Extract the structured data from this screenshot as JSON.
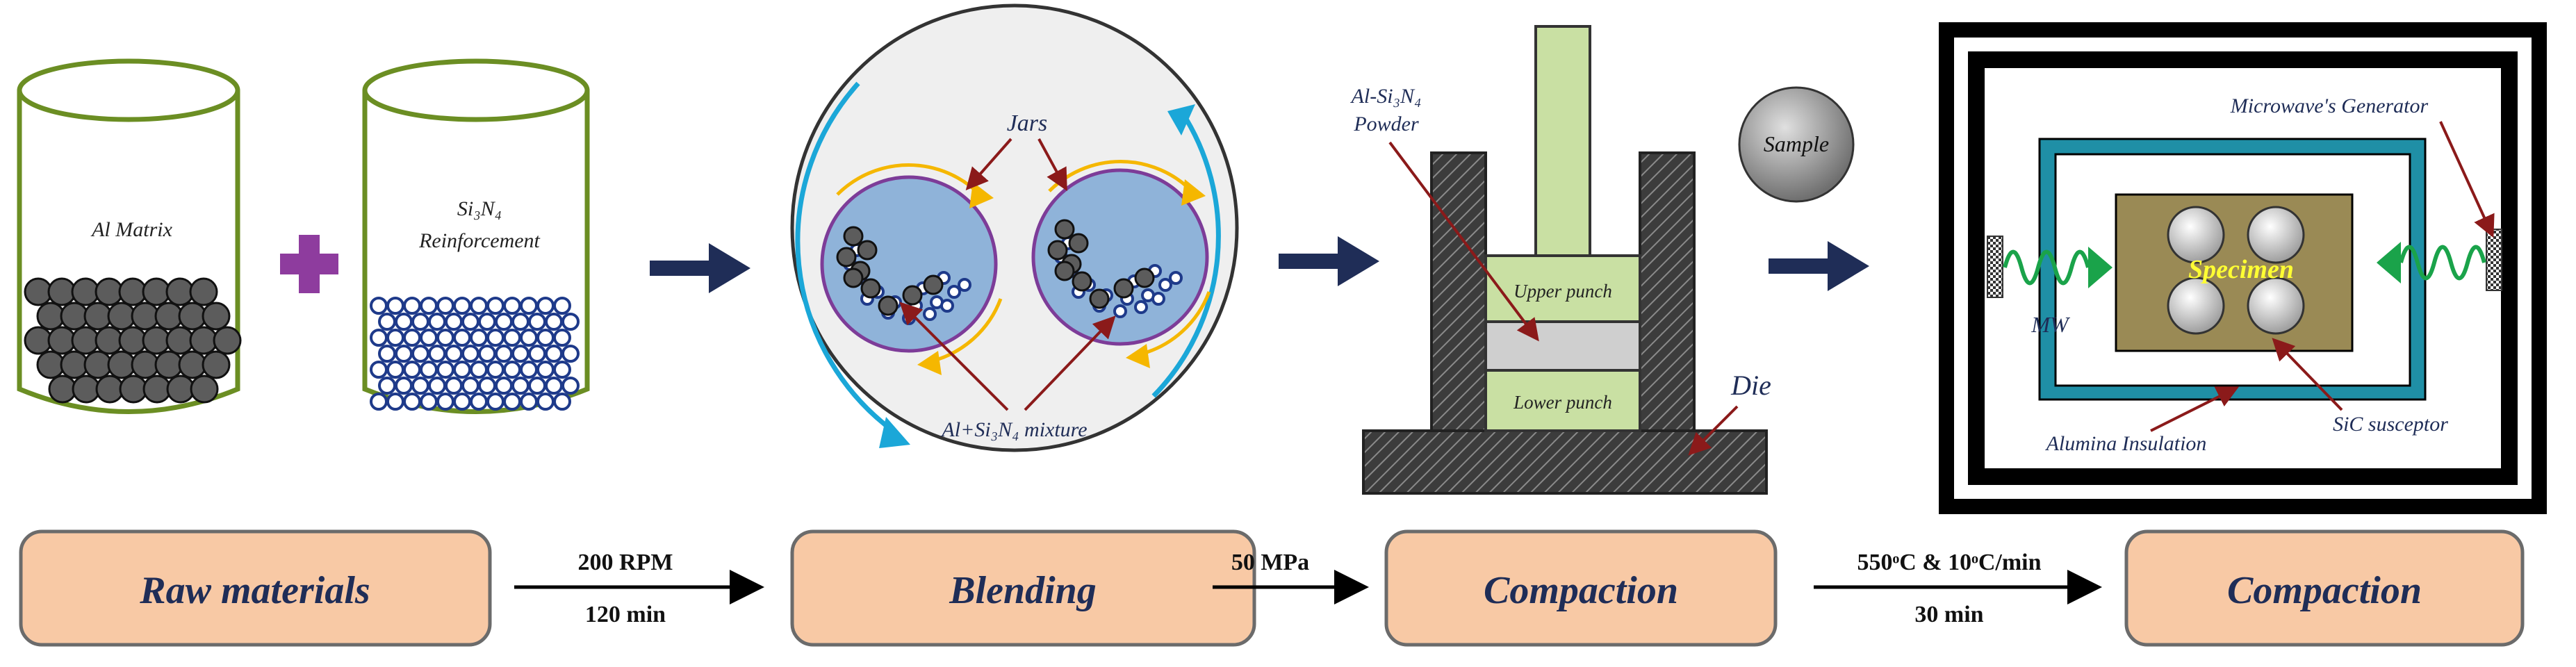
{
  "colors": {
    "beaker_rim": "#6b8e23",
    "al_ball": "#5c5c5c",
    "si3n4_ball": "#1e3a8a",
    "plus": "#8e3c9e",
    "jar_fill": "#8fb3d9",
    "jar_border": "#7d3c98",
    "rotation_cyan": "#1ba7d8",
    "rotation_orange": "#f5b700",
    "flow_arrow": "#1f2d57",
    "die_hatch": "#4a4a4a",
    "punch_fill": "#c9e0a3",
    "powder_fill": "#cfcfcf",
    "leader_line": "#8b1a1a",
    "susceptor": "#1f8fa6",
    "specimen_box": "#9a8a55",
    "specimen_text": "#ffff33",
    "mw_wave": "#1aa34a",
    "step_box_fill": "#f8c9a5",
    "step_box_border": "#6b6b6b"
  },
  "raw_materials": {
    "al_label": "Al Matrix",
    "si3n4_label_line1": "Si₃N₄",
    "si3n4_label_line2": "Reinforcement"
  },
  "blending": {
    "jars_label": "Jars",
    "mixture_label": "Al+Si₃N₄ mixture"
  },
  "compaction": {
    "powder_label_line1": "Al-Si₃N₄",
    "powder_label_line2": "Powder",
    "upper_punch": "Upper punch",
    "lower_punch": "Lower punch",
    "die_label": "Die",
    "sample_label": "Sample"
  },
  "sintering": {
    "generator_label": "Microwave's Generator",
    "specimen_label": "Specimen",
    "mw_label": "MW",
    "insulation_label": "Alumina Insulation",
    "susceptor_label": "SiC susceptor"
  },
  "process_flow": {
    "steps": [
      "Raw materials",
      "Blending",
      "Compaction",
      "Compaction"
    ],
    "transitions": [
      {
        "top": "200 RPM",
        "bottom": "120 min"
      },
      {
        "top": "50 MPa",
        "bottom": ""
      },
      {
        "top": "550ᵒC & 10ᵒC/min",
        "bottom": "30 min"
      }
    ]
  }
}
